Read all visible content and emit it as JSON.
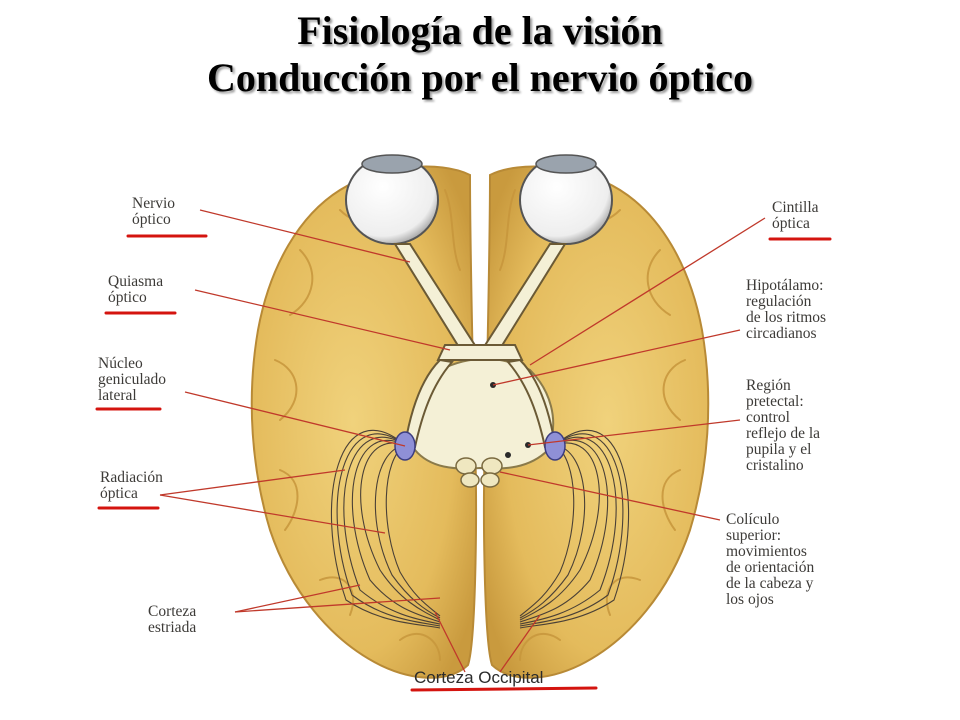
{
  "title": {
    "line1": "Fisiología de la visión",
    "line2": "Conducción por el nervio óptico"
  },
  "labels": {
    "nervio_optico": "Nervio\nóptico",
    "quiasma_optico": "Quiasma\nóptico",
    "nucleo_geniculado": "Núcleo\ngeniculado\nlateral",
    "radiacion_optica": "Radiación\nóptica",
    "corteza_estriada": "Corteza\nestriada",
    "corteza_occipital": "Corteza Occipital",
    "cintilla_optica": "Cintilla\nóptica",
    "hipotalamo": "Hipotálamo:\nregulación\nde los ritmos\ncircadianos",
    "region_pretectal": "Región\npretectal:\ncontrol\nreflejo de la\npupila y el\ncristalino",
    "coliculo_superior": "Colículo\nsuperior:\nmovimientos\nde orientación\nde la cabeza y\nlos ojos"
  },
  "colors": {
    "brain_fill": "#e8c46a",
    "brain_dark": "#d3a444",
    "pathway_fill": "#f4f0d6",
    "pointer_line": "#c0392b",
    "underline": "#d4140f",
    "lgn_fill": "#8f90d6"
  }
}
